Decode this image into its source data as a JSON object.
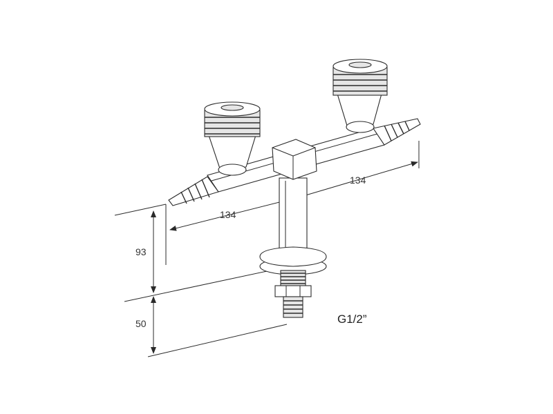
{
  "dimensions": {
    "left_arm": "134",
    "right_arm": "134",
    "height_upper": "93",
    "height_lower": "50"
  },
  "thread_label": "G1/2”",
  "colors": {
    "line": "#2a2a2a",
    "text": "#333333",
    "background": "#ffffff"
  }
}
